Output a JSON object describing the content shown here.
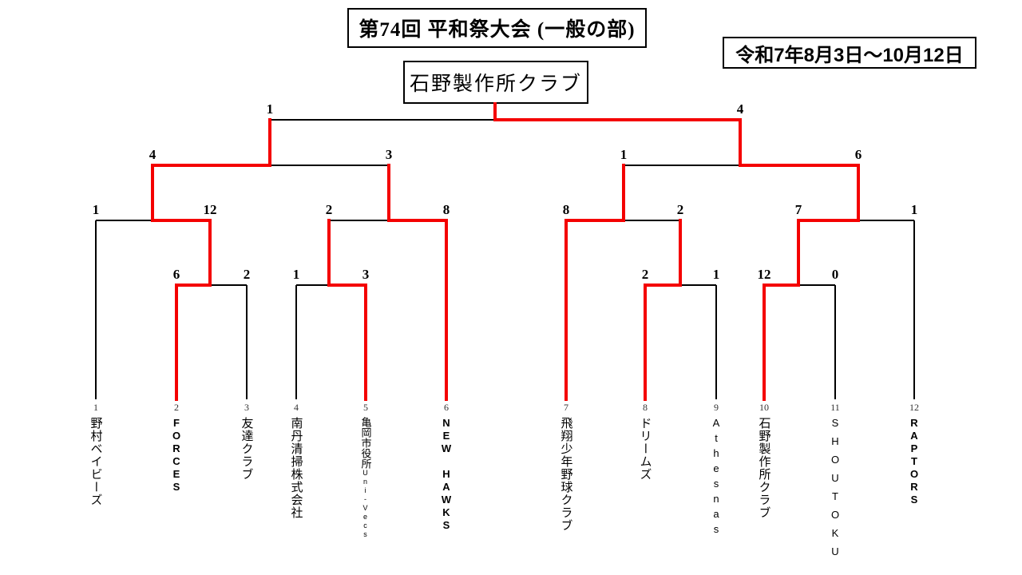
{
  "header": {
    "title": "第74回 平和祭大会 (一般の部)",
    "period": "令和7年8月3日～10月12日"
  },
  "champion": {
    "name": "石野製作所クラブ"
  },
  "colors": {
    "winner_path": "#f40000",
    "line": "#000000"
  },
  "teams": [
    {
      "no": "1",
      "name": "野村ベイビーズ"
    },
    {
      "no": "2",
      "name": "FORCES"
    },
    {
      "no": "3",
      "name": "友達クラブ"
    },
    {
      "no": "4",
      "name": "南丹清掃株式会社"
    },
    {
      "no": "5",
      "name": "亀岡市役所Uni-Vecs"
    },
    {
      "no": "6",
      "name": "NEW HAWKS"
    },
    {
      "no": "7",
      "name": "飛翔少年野球クラブ"
    },
    {
      "no": "8",
      "name": "ドリームズ"
    },
    {
      "no": "9",
      "name": "Athesnas"
    },
    {
      "no": "10",
      "name": "石野製作所クラブ"
    },
    {
      "no": "11",
      "name": "SHOUTOKU"
    },
    {
      "no": "12",
      "name": "RAPTORS"
    }
  ],
  "bracket": {
    "round1": [
      {
        "match": "R1-1",
        "left_team": "2",
        "right_team": "3",
        "left_score": "6",
        "right_score": "2",
        "winner": "left"
      },
      {
        "match": "R1-2",
        "left_team": "4",
        "right_team": "5",
        "left_score": "1",
        "right_score": "3",
        "winner": "right"
      },
      {
        "match": "R1-3",
        "left_team": "8",
        "right_team": "9",
        "left_score": "2",
        "right_score": "1",
        "winner": "left"
      },
      {
        "match": "R1-4",
        "left_team": "10",
        "right_team": "11",
        "left_score": "12",
        "right_score": "0",
        "winner": "left"
      }
    ],
    "quarterfinals": [
      {
        "match": "QF-1",
        "left_score": "1",
        "right_score": "12",
        "winner": "right"
      },
      {
        "match": "QF-2",
        "left_score": "2",
        "right_score": "8",
        "winner": "right"
      },
      {
        "match": "QF-3",
        "left_score": "8",
        "right_score": "2",
        "winner": "left"
      },
      {
        "match": "QF-4",
        "left_score": "7",
        "right_score": "1",
        "winner": "left"
      }
    ],
    "semifinals": [
      {
        "match": "SF-1",
        "left_score": "4",
        "right_score": "3",
        "winner": "left"
      },
      {
        "match": "SF-2",
        "left_score": "1",
        "right_score": "6",
        "winner": "right"
      }
    ],
    "final": {
      "match": "F",
      "left_score": "1",
      "right_score": "4",
      "winner": "right"
    }
  }
}
